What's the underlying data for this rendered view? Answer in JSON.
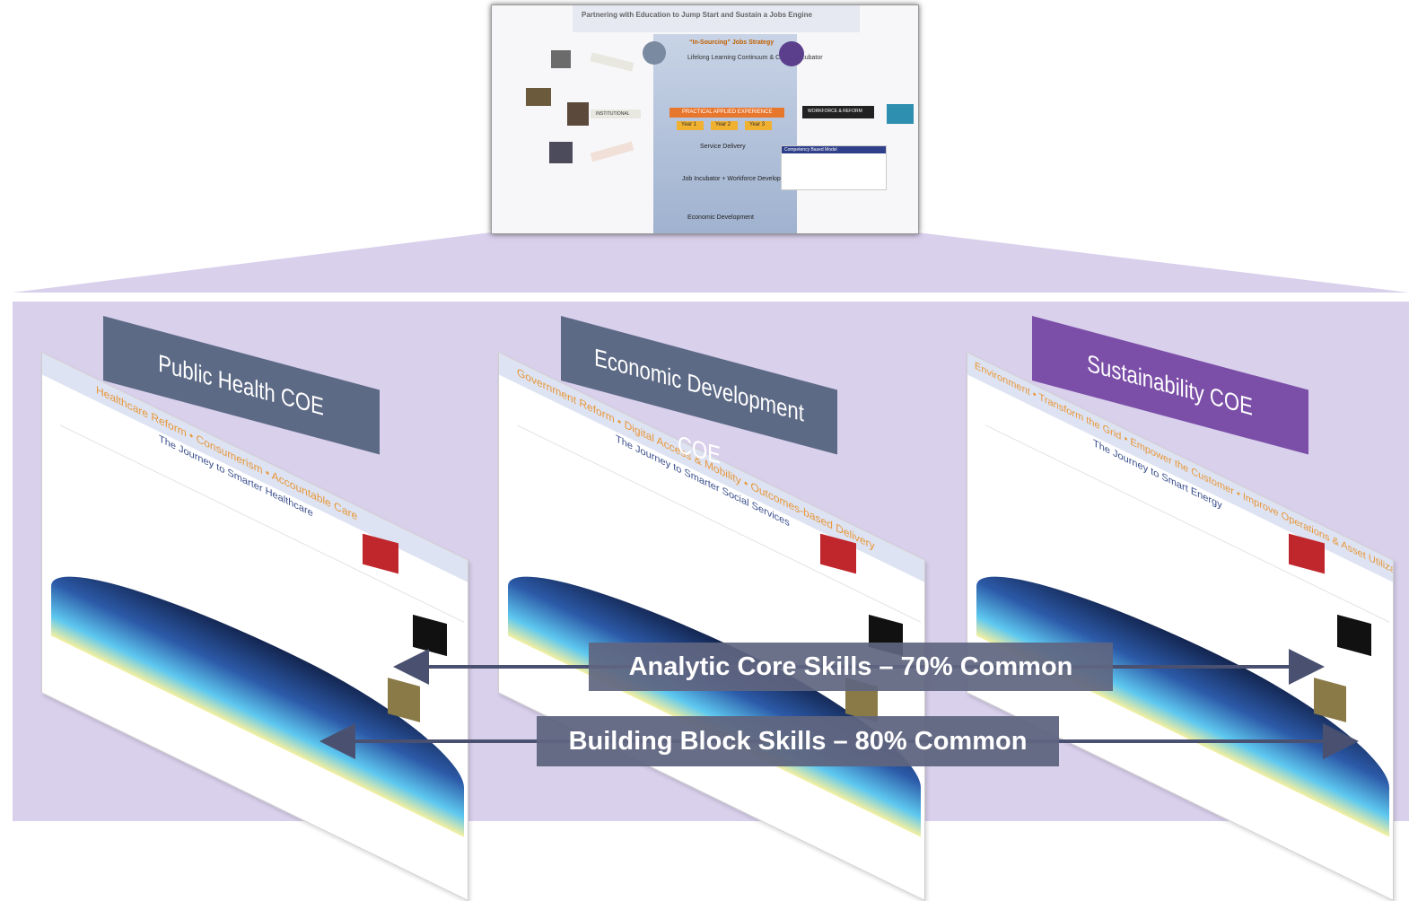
{
  "top_slide": {
    "title": "Partnering with Education to Jump Start and Sustain a Jobs Engine",
    "strategy": "“In-Sourcing” Jobs Strategy",
    "continuum": "Lifelong Learning Continuum & Career Incubator",
    "experience": "PRACTICAL APPLIED EXPERIENCE",
    "years": [
      "Year 1",
      "Year 2",
      "Year 3"
    ],
    "service_delivery": "Service Delivery",
    "job_incubator": "Job Incubator + Workforce Development",
    "economic_development": "Economic Development",
    "workforce": "WORKFORCE & REFORM",
    "competency": "Competency Based Model",
    "institutional": "INSTITUTIONAL"
  },
  "panels": [
    {
      "title": "Public Health COE",
      "banner_color": "#5d6a86",
      "subtitle": "Healthcare Reform  •  Consumerism  •  Accountable Care",
      "journey": "The Journey to Smarter Healthcare"
    },
    {
      "title": "Economic Development COE",
      "banner_color": "#5d6a86",
      "subtitle": "Government Reform  •  Digital Access & Mobility  •  Outcomes-based Delivery",
      "journey": "The Journey to Smarter Social Services"
    },
    {
      "title": "Sustainability COE",
      "banner_color": "#7b4ea8",
      "subtitle": "Environment  •  Transform the Grid  •  Empower the Customer  •  Improve Operations & Asset Utilization",
      "journey": "The Journey to Smart Energy"
    }
  ],
  "skills": {
    "analytic": "Analytic Core Skills – 70% Common",
    "building": "Building Block Skills – 80% Common"
  },
  "colors": {
    "stage": "#d9d0ec",
    "skill_bar": "#5f6580",
    "arrow": "#4a5070"
  }
}
